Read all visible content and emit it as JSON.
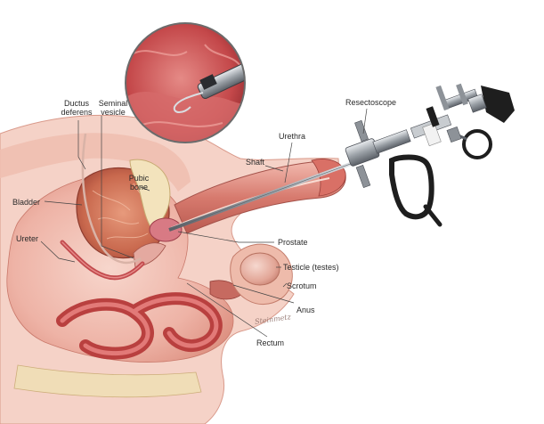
{
  "labels": {
    "ductus_deferens": "Ductus deferens",
    "seminal_vesicle": "Seminal vesicle",
    "resectoscope": "Resectoscope",
    "urethra": "Urethra",
    "shaft": "Shaft",
    "pubic_bone": "Pubic bone",
    "bladder": "Bladder",
    "ureter": "Ureter",
    "prostate": "Prostate",
    "testicle": "Testicle (testes)",
    "scrotum": "Scrotum",
    "anus": "Anus",
    "rectum": "Rectum"
  },
  "signature": "Steinmetz",
  "colors": {
    "tissue_light": "#f4c9bd",
    "tissue_mid": "#e59a8c",
    "tissue_dark": "#c0524a",
    "muscle": "#b8403c",
    "bone": "#f0dfb6",
    "metal": "#9aa0a6",
    "metal_dark": "#3a3d41",
    "handle": "#1e1e1e",
    "leader": "#444444"
  }
}
